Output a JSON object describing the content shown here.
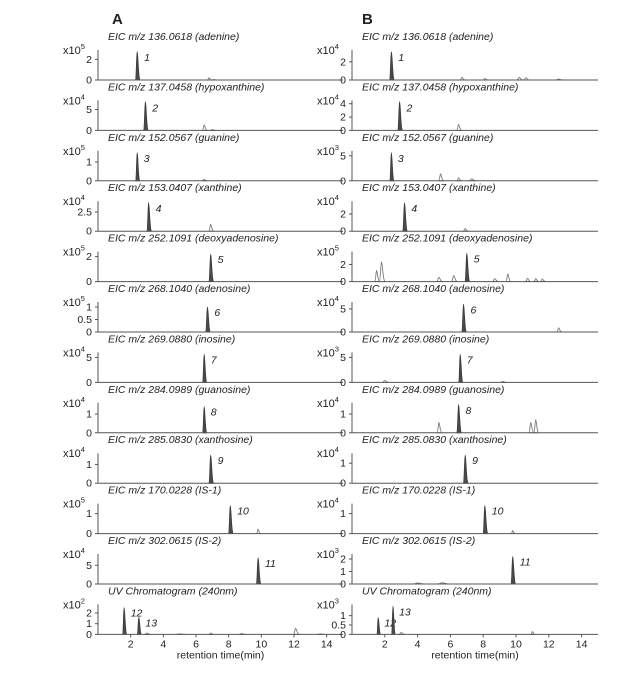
{
  "chart_data": {
    "type": "line",
    "xlabel": "retention time(min)",
    "xlim": [
      0,
      15
    ],
    "xticks": [
      2,
      4,
      6,
      8,
      10,
      12,
      14
    ],
    "grid": false,
    "panels": [
      {
        "label": "A",
        "rows": [
          {
            "eic": "EIC m/z 136.0618 (adenine)",
            "mult_base": "x10",
            "mult_exp": "5",
            "ylim": [
              0,
              2.9
            ],
            "yticks": [
              "0",
              "2"
            ],
            "peaks": [
              {
                "rt": 2.4,
                "height": 2.75,
                "width": 0.1,
                "filled": true,
                "label": "1"
              },
              {
                "rt": 6.8,
                "height": 0.22,
                "width": 0.09,
                "filled": false
              },
              {
                "rt": 7.1,
                "height": 0.05,
                "width": 0.1,
                "filled": false
              }
            ]
          },
          {
            "eic": "EIC m/z 137.0458 (hypoxanthine)",
            "mult_base": "x10",
            "mult_exp": "4",
            "ylim": [
              0,
              7.2
            ],
            "yticks": [
              "0",
              "5"
            ],
            "peaks": [
              {
                "rt": 2.9,
                "height": 6.9,
                "width": 0.1,
                "filled": true,
                "label": "2"
              },
              {
                "rt": 6.5,
                "height": 1.3,
                "width": 0.1,
                "filled": false
              },
              {
                "rt": 7.0,
                "height": 0.2,
                "width": 0.12,
                "filled": false
              }
            ]
          },
          {
            "eic": "EIC m/z 152.0567 (guanine)",
            "mult_base": "x10",
            "mult_exp": "5",
            "ylim": [
              0,
              1.6
            ],
            "yticks": [
              "0",
              "1"
            ],
            "peaks": [
              {
                "rt": 2.4,
                "height": 1.5,
                "width": 0.09,
                "filled": true,
                "label": "3"
              },
              {
                "rt": 6.5,
                "height": 0.08,
                "width": 0.1,
                "filled": false
              }
            ]
          },
          {
            "eic": "EIC m/z 153.0407 (xanthine)",
            "mult_base": "x10",
            "mult_exp": "4",
            "ylim": [
              0,
              3.9
            ],
            "yticks": [
              "0",
              "2.5"
            ],
            "peaks": [
              {
                "rt": 3.1,
                "height": 3.7,
                "width": 0.1,
                "filled": true,
                "label": "4"
              },
              {
                "rt": 6.9,
                "height": 0.9,
                "width": 0.1,
                "filled": false
              }
            ]
          },
          {
            "eic": "EIC m/z 252.1091 (deoxyadenosine)",
            "mult_base": "x10",
            "mult_exp": "5",
            "ylim": [
              0,
              2.4
            ],
            "yticks": [
              "0",
              "2"
            ],
            "peaks": [
              {
                "rt": 6.9,
                "height": 2.2,
                "width": 0.1,
                "filled": true,
                "label": "5"
              }
            ]
          },
          {
            "eic": "EIC m/z 268.1040 (adenosine)",
            "mult_base": "x10",
            "mult_exp": "5",
            "ylim": [
              0,
              1.2
            ],
            "yticks": [
              "0",
              "0.5",
              "1"
            ],
            "peaks": [
              {
                "rt": 6.7,
                "height": 1.0,
                "width": 0.1,
                "filled": true,
                "label": "6"
              }
            ]
          },
          {
            "eic": "EIC m/z 269.0880 (inosine)",
            "mult_base": "x10",
            "mult_exp": "4",
            "ylim": [
              0,
              6.0
            ],
            "yticks": [
              "0",
              "5"
            ],
            "peaks": [
              {
                "rt": 6.5,
                "height": 5.6,
                "width": 0.09,
                "filled": true,
                "label": "7"
              }
            ]
          },
          {
            "eic": "EIC m/z 284.0989 (guanosine)",
            "mult_base": "x10",
            "mult_exp": "4",
            "ylim": [
              0,
              1.6
            ],
            "yticks": [
              "0",
              "1"
            ],
            "peaks": [
              {
                "rt": 6.5,
                "height": 1.4,
                "width": 0.09,
                "filled": true,
                "label": "8"
              }
            ]
          },
          {
            "eic": "EIC m/z 285.0830 (xanthosine)",
            "mult_base": "x10",
            "mult_exp": "4",
            "ylim": [
              0,
              1.6
            ],
            "yticks": [
              "0",
              "1"
            ],
            "peaks": [
              {
                "rt": 6.9,
                "height": 1.5,
                "width": 0.1,
                "filled": true,
                "label": "9"
              }
            ]
          },
          {
            "eic": "EIC m/z 170.0228 (IS-1)",
            "mult_base": "x10",
            "mult_exp": "5",
            "ylim": [
              0,
              1.5
            ],
            "yticks": [
              "0",
              "1"
            ],
            "peaks": [
              {
                "rt": 8.1,
                "height": 1.4,
                "width": 0.1,
                "filled": true,
                "label": "10"
              },
              {
                "rt": 9.8,
                "height": 0.22,
                "width": 0.08,
                "filled": false
              }
            ]
          },
          {
            "eic": "EIC m/z 302.0615 (IS-2)",
            "mult_base": "x10",
            "mult_exp": "4",
            "ylim": [
              0,
              8.0
            ],
            "yticks": [
              "0",
              "5"
            ],
            "peaks": [
              {
                "rt": 9.8,
                "height": 7.0,
                "width": 0.1,
                "filled": true,
                "label": "11"
              }
            ]
          },
          {
            "eic": "UV Chromatogram (240nm)",
            "mult_base": "x10",
            "mult_exp": "2",
            "ylim": [
              0,
              2.8
            ],
            "yticks": [
              "0",
              "1",
              "2"
            ],
            "peaks": [
              {
                "rt": 1.6,
                "height": 2.5,
                "width": 0.09,
                "filled": true,
                "label": "12"
              },
              {
                "rt": 2.5,
                "height": 1.6,
                "width": 0.09,
                "filled": true,
                "label": "13"
              },
              {
                "rt": 3.0,
                "height": 0.12,
                "width": 0.12,
                "filled": false
              },
              {
                "rt": 5.0,
                "height": 0.05,
                "width": 0.2,
                "filled": false
              },
              {
                "rt": 6.9,
                "height": 0.12,
                "width": 0.1,
                "filled": false
              },
              {
                "rt": 8.8,
                "height": 0.07,
                "width": 0.15,
                "filled": false
              },
              {
                "rt": 12.1,
                "height": 0.55,
                "width": 0.12,
                "filled": false
              },
              {
                "rt": 13.6,
                "height": 0.06,
                "width": 0.15,
                "filled": false
              }
            ]
          }
        ]
      },
      {
        "label": "B",
        "rows": [
          {
            "eic": "EIC m/z 136.0618 (adenine)",
            "mult_base": "x10",
            "mult_exp": "4",
            "ylim": [
              0,
              3.3
            ],
            "yticks": [
              "0",
              "2"
            ],
            "peaks": [
              {
                "rt": 2.4,
                "height": 3.1,
                "width": 0.1,
                "filled": true,
                "label": "1"
              },
              {
                "rt": 6.7,
                "height": 0.3,
                "width": 0.1,
                "filled": false
              },
              {
                "rt": 8.1,
                "height": 0.15,
                "width": 0.12,
                "filled": false
              },
              {
                "rt": 10.2,
                "height": 0.3,
                "width": 0.12,
                "filled": false
              },
              {
                "rt": 10.6,
                "height": 0.25,
                "width": 0.12,
                "filled": false
              },
              {
                "rt": 12.6,
                "height": 0.1,
                "width": 0.15,
                "filled": false
              }
            ]
          },
          {
            "eic": "EIC m/z 137.0458 (hypoxanthine)",
            "mult_base": "x10",
            "mult_exp": "4",
            "ylim": [
              0,
              4.5
            ],
            "yticks": [
              "0",
              "2",
              "4"
            ],
            "peaks": [
              {
                "rt": 2.9,
                "height": 4.3,
                "width": 0.1,
                "filled": true,
                "label": "2"
              },
              {
                "rt": 6.5,
                "height": 0.9,
                "width": 0.1,
                "filled": false
              }
            ]
          },
          {
            "eic": "EIC m/z 152.0567 (guanine)",
            "mult_base": "x10",
            "mult_exp": "3",
            "ylim": [
              0,
              6.0
            ],
            "yticks": [
              "0",
              "5"
            ],
            "peaks": [
              {
                "rt": 2.4,
                "height": 5.6,
                "width": 0.09,
                "filled": true,
                "label": "3"
              },
              {
                "rt": 5.4,
                "height": 1.4,
                "width": 0.1,
                "filled": false
              },
              {
                "rt": 6.5,
                "height": 0.6,
                "width": 0.1,
                "filled": false
              },
              {
                "rt": 7.3,
                "height": 0.4,
                "width": 0.12,
                "filled": false
              }
            ]
          },
          {
            "eic": "EIC m/z 153.0407 (xanthine)",
            "mult_base": "x10",
            "mult_exp": "4",
            "ylim": [
              0,
              3.5
            ],
            "yticks": [
              "0",
              "2"
            ],
            "peaks": [
              {
                "rt": 3.2,
                "height": 3.3,
                "width": 0.1,
                "filled": true,
                "label": "4"
              },
              {
                "rt": 6.9,
                "height": 0.3,
                "width": 0.1,
                "filled": false
              }
            ]
          },
          {
            "eic": "EIC m/z 252.1091 (deoxyadenosine)",
            "mult_base": "x10",
            "mult_exp": "5",
            "ylim": [
              0,
              3.5
            ],
            "yticks": [
              "0",
              "2"
            ],
            "peaks": [
              {
                "rt": 1.5,
                "height": 1.3,
                "width": 0.1,
                "filled": false
              },
              {
                "rt": 1.8,
                "height": 2.3,
                "width": 0.12,
                "filled": false
              },
              {
                "rt": 5.3,
                "height": 0.5,
                "width": 0.12,
                "filled": false
              },
              {
                "rt": 6.2,
                "height": 0.7,
                "width": 0.12,
                "filled": false
              },
              {
                "rt": 7.0,
                "height": 3.3,
                "width": 0.1,
                "filled": true,
                "label": "5"
              },
              {
                "rt": 8.7,
                "height": 0.35,
                "width": 0.12,
                "filled": false
              },
              {
                "rt": 9.5,
                "height": 0.9,
                "width": 0.1,
                "filled": false
              },
              {
                "rt": 10.7,
                "height": 0.4,
                "width": 0.1,
                "filled": false
              },
              {
                "rt": 11.2,
                "height": 0.35,
                "width": 0.1,
                "filled": false
              },
              {
                "rt": 11.6,
                "height": 0.3,
                "width": 0.1,
                "filled": false
              }
            ]
          },
          {
            "eic": "EIC m/z 268.1040 (adenosine)",
            "mult_base": "x10",
            "mult_exp": "4",
            "ylim": [
              0,
              6.5
            ],
            "yticks": [
              "0",
              "5"
            ],
            "peaks": [
              {
                "rt": 6.8,
                "height": 6.0,
                "width": 0.1,
                "filled": true,
                "label": "6"
              },
              {
                "rt": 12.6,
                "height": 0.9,
                "width": 0.1,
                "filled": false
              }
            ]
          },
          {
            "eic": "EIC m/z 269.0880 (inosine)",
            "mult_base": "x10",
            "mult_exp": "3",
            "ylim": [
              0,
              6.0
            ],
            "yticks": [
              "0",
              "5"
            ],
            "peaks": [
              {
                "rt": 2.0,
                "height": 0.4,
                "width": 0.12,
                "filled": false
              },
              {
                "rt": 6.6,
                "height": 5.6,
                "width": 0.09,
                "filled": true,
                "label": "7"
              },
              {
                "rt": 9.2,
                "height": 0.2,
                "width": 0.12,
                "filled": false
              }
            ]
          },
          {
            "eic": "EIC m/z 284.0989 (guanosine)",
            "mult_base": "x10",
            "mult_exp": "4",
            "ylim": [
              0,
              1.6
            ],
            "yticks": [
              "0",
              "1"
            ],
            "peaks": [
              {
                "rt": 5.3,
                "height": 0.55,
                "width": 0.1,
                "filled": false
              },
              {
                "rt": 6.5,
                "height": 1.5,
                "width": 0.1,
                "filled": true,
                "label": "8"
              },
              {
                "rt": 10.9,
                "height": 0.55,
                "width": 0.1,
                "filled": false
              },
              {
                "rt": 11.2,
                "height": 0.7,
                "width": 0.1,
                "filled": false
              }
            ]
          },
          {
            "eic": "EIC m/z 285.0830 (xanthosine)",
            "mult_base": "x10",
            "mult_exp": "4",
            "ylim": [
              0,
              1.5
            ],
            "yticks": [
              "0",
              "1"
            ],
            "peaks": [
              {
                "rt": 6.9,
                "height": 1.4,
                "width": 0.1,
                "filled": true,
                "label": "9"
              }
            ]
          },
          {
            "eic": "EIC m/z 170.0228 (IS-1)",
            "mult_base": "x10",
            "mult_exp": "4",
            "ylim": [
              0,
              1.5
            ],
            "yticks": [
              "0",
              "1"
            ],
            "peaks": [
              {
                "rt": 8.1,
                "height": 1.4,
                "width": 0.1,
                "filled": true,
                "label": "10"
              },
              {
                "rt": 9.8,
                "height": 0.15,
                "width": 0.08,
                "filled": false
              }
            ]
          },
          {
            "eic": "EIC m/z 302.0615 (IS-2)",
            "mult_base": "x10",
            "mult_exp": "3",
            "ylim": [
              0,
              2.4
            ],
            "yticks": [
              "0",
              "1",
              "2"
            ],
            "peaks": [
              {
                "rt": 4.0,
                "height": 0.08,
                "width": 0.25,
                "filled": false
              },
              {
                "rt": 5.5,
                "height": 0.1,
                "width": 0.25,
                "filled": false
              },
              {
                "rt": 9.8,
                "height": 2.2,
                "width": 0.1,
                "filled": true,
                "label": "11"
              }
            ]
          },
          {
            "eic": "UV Chromatogram (240nm)",
            "mult_base": "x10",
            "mult_exp": "3",
            "ylim": [
              0,
              1.6
            ],
            "yticks": [
              "0",
              "0.5",
              "1"
            ],
            "peaks": [
              {
                "rt": 1.6,
                "height": 0.9,
                "width": 0.08,
                "filled": true,
                "label": "12"
              },
              {
                "rt": 2.5,
                "height": 1.5,
                "width": 0.08,
                "filled": true,
                "label": "13"
              },
              {
                "rt": 3.0,
                "height": 0.1,
                "width": 0.12,
                "filled": false
              },
              {
                "rt": 11.0,
                "height": 0.15,
                "width": 0.08,
                "filled": false
              }
            ]
          }
        ]
      }
    ]
  }
}
